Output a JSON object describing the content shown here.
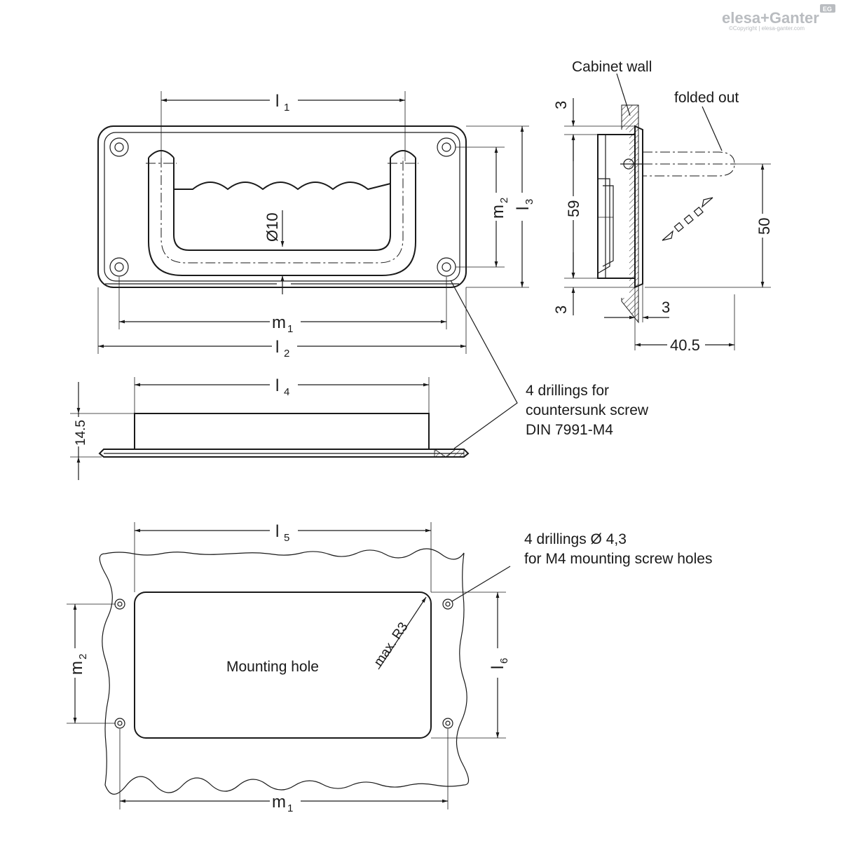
{
  "brand": {
    "logo_text": "elesa+Ganter",
    "badge": "EG",
    "copyright": "©Copyright | elesa-ganter.com"
  },
  "labels": {
    "cabinet_wall": "Cabinet wall",
    "folded_out": "folded out",
    "drill_csk_1": "4 drillings for",
    "drill_csk_2": "countersunk screw",
    "drill_csk_3": "DIN 7991-M4",
    "drill_m4_1": "4 drillings Ø 4,3",
    "drill_m4_2": "for M4 mounting screw holes",
    "mounting_hole": "Mounting hole",
    "max_r3": "max. R3"
  },
  "dims": {
    "l1": {
      "sym": "l",
      "sub": "1"
    },
    "l2": {
      "sym": "l",
      "sub": "2"
    },
    "l3": {
      "sym": "l",
      "sub": "3"
    },
    "l4": {
      "sym": "l",
      "sub": "4"
    },
    "l5": {
      "sym": "l",
      "sub": "5"
    },
    "l6": {
      "sym": "l",
      "sub": "6"
    },
    "m1_top": {
      "sym": "m",
      "sub": "1"
    },
    "m2_top": {
      "sym": "m",
      "sub": "2"
    },
    "m1_bottom": {
      "sym": "m",
      "sub": "1"
    },
    "m2_bottom": {
      "sym": "m",
      "sub": "2"
    },
    "d10": "Ø10",
    "h3_top": "3",
    "h59": "59",
    "h3_bottom": "3",
    "h50": "50",
    "w3": "3",
    "w40_5": "40.5",
    "h14_5": "14.5"
  }
}
